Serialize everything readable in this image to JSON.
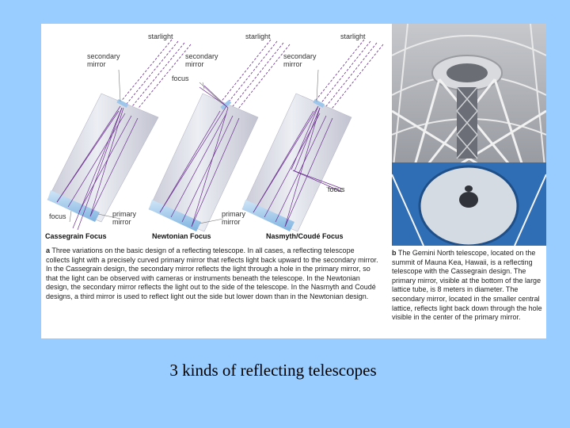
{
  "diagram": {
    "labels": {
      "starlight": "starlight",
      "secondary_mirror": "secondary mirror",
      "secondary_mirror_line1": "secondary",
      "secondary_mirror_line2": "mirror",
      "focus": "focus",
      "primary_mirror_line1": "primary",
      "primary_mirror_line2": "mirror"
    },
    "titles": [
      "Cassegrain Focus",
      "Newtonian Focus",
      "Nasmyth/Coudé Focus"
    ],
    "colors": {
      "tube": "#dcdde6",
      "beam": "#6a2c8e",
      "mirror": "#9dc6ea"
    }
  },
  "caption_a": {
    "letter": "a",
    "text": "Three variations on the basic design of a reflecting telescope. In all cases, a reflecting telescope collects light with a precisely curved primary mirror that reflects light back upward to the secondary mirror. In the Cassegrain design, the secondary mirror reflects the light through a hole in the primary mirror, so that the light can be observed with cameras or instruments beneath the telescope. In the Newtonian design, the secondary mirror reflects the light out to the side of the telescope. In the Nasmyth and Coudé designs, a third mirror is used to reflect light out the side but lower down than in the Newtonian design."
  },
  "caption_b": {
    "letter": "b",
    "text": "The Gemini North telescope, located on the summit of Mauna Kea, Hawaii, is a reflecting telescope with the Cassegrain design. The primary mirror, visible at the bottom of the large lattice tube, is 8 meters in diameter. The secondary mirror, located in the smaller central lattice, reflects light back down through the hole visible in the center of the primary mirror."
  },
  "slide_caption": "3 kinds of reflecting telescopes"
}
